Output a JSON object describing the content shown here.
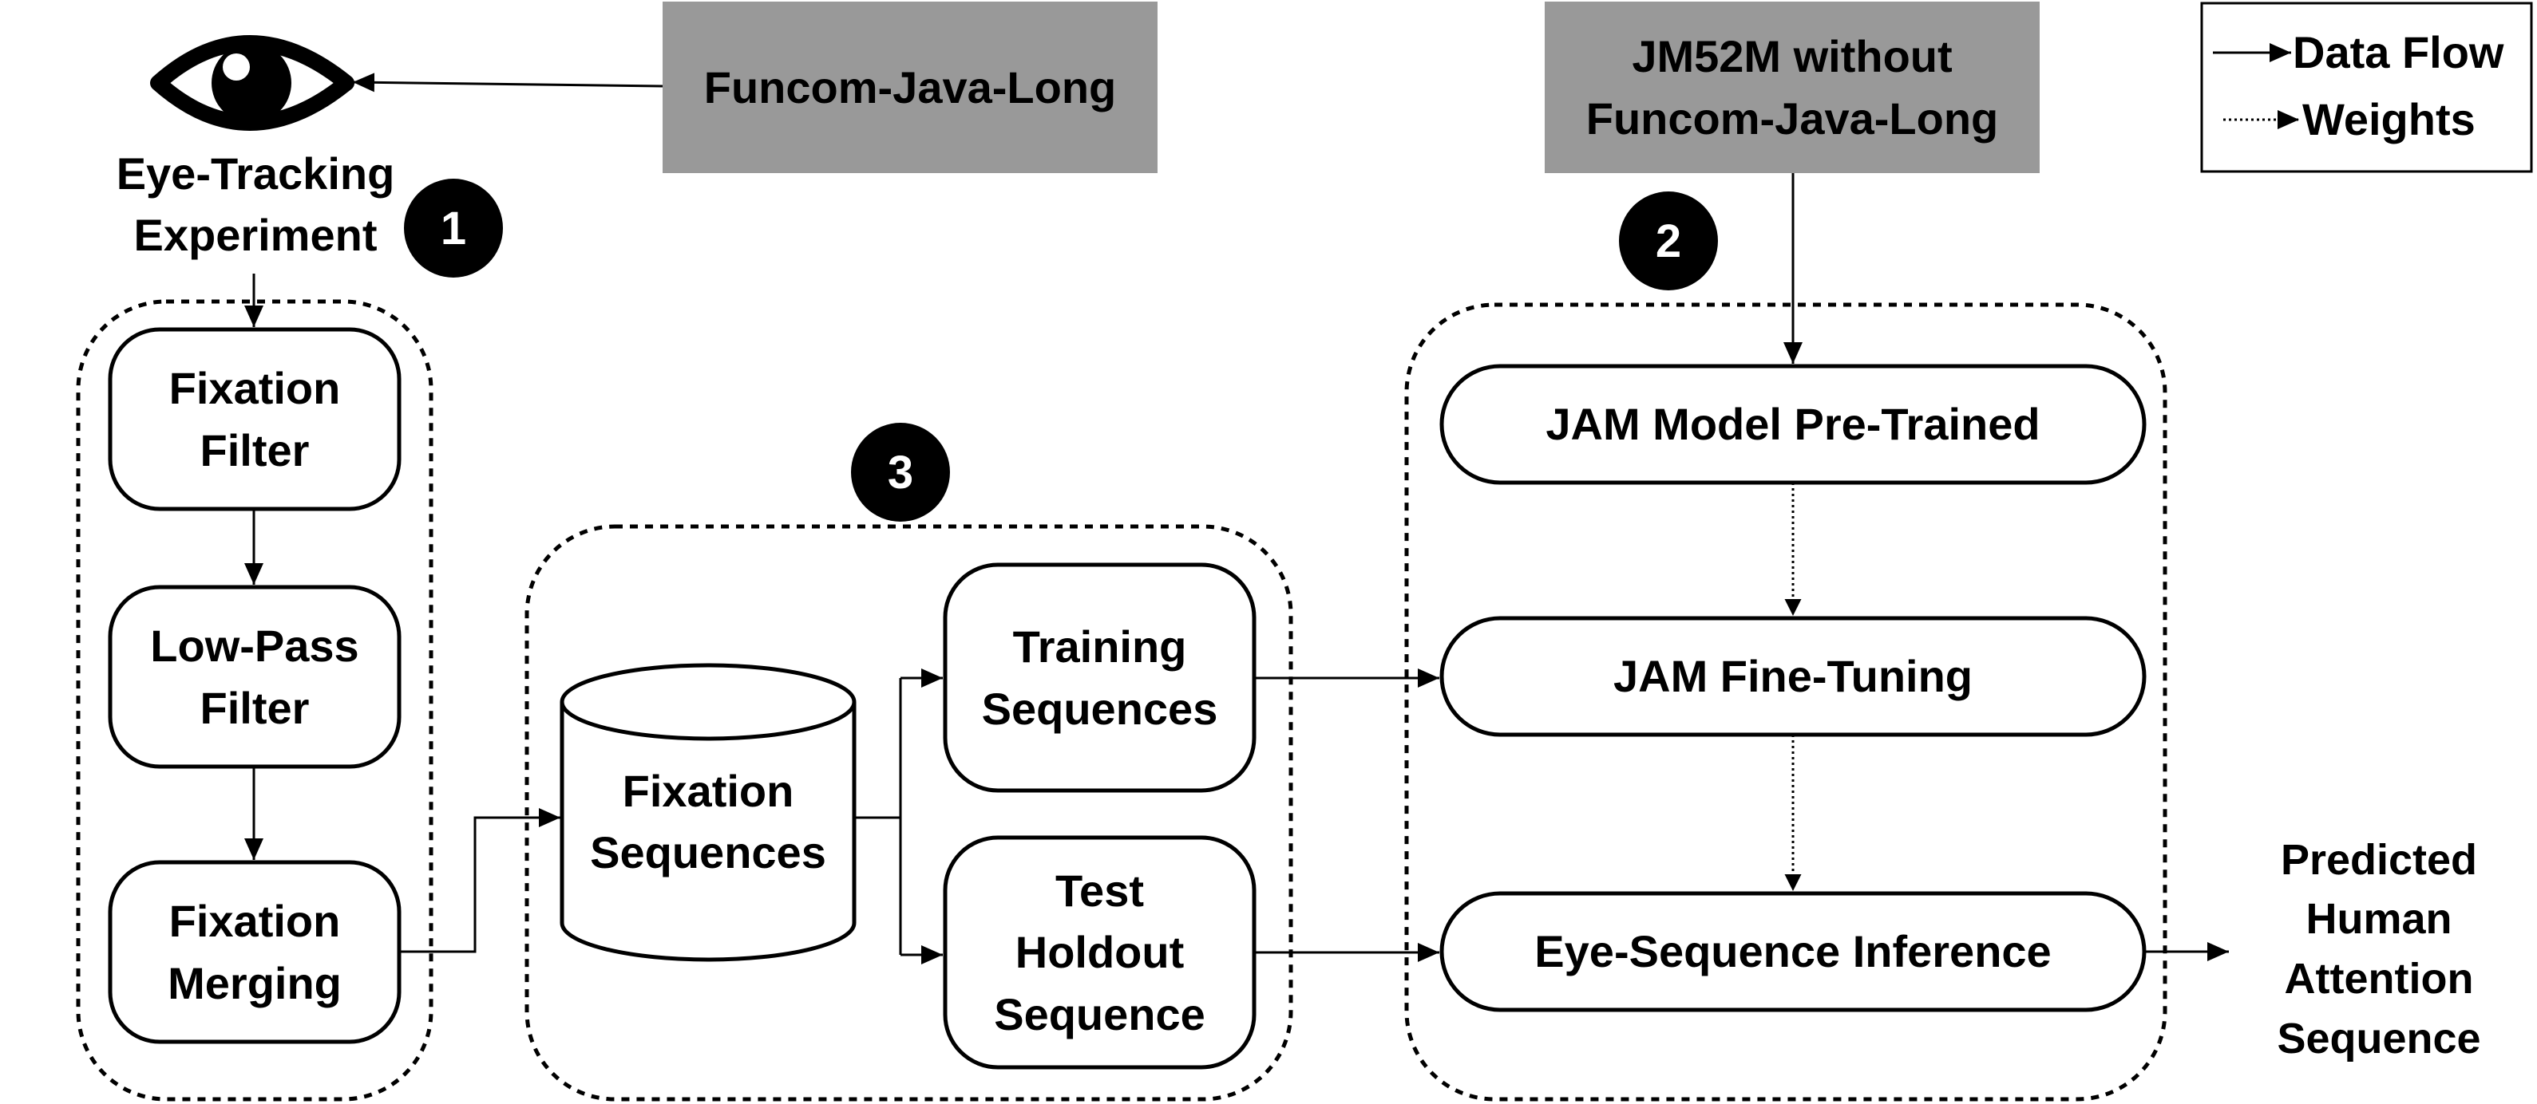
{
  "sources": {
    "funcom": "Funcom-Java-Long",
    "jm52m": "JM52M without\nFuncom-Java-Long"
  },
  "icons": {
    "eye": "eye-icon",
    "database": "cylinder-database-icon"
  },
  "eye_tracking": {
    "label": "Eye-Tracking\nExperiment"
  },
  "steps": {
    "fixation_filter": "Fixation\nFilter",
    "low_pass_filter": "Low-Pass\nFilter",
    "fixation_merging": "Fixation\nMerging",
    "fixation_sequences": "Fixation\nSequences",
    "training_sequences": "Training\nSequences",
    "test_holdout": "Test\nHoldout\nSequence",
    "jam_pretrained": "JAM Model Pre-Trained",
    "jam_finetuning": "JAM Fine-Tuning",
    "eye_inference": "Eye-Sequence Inference",
    "output": "Predicted\nHuman\nAttention\nSequence"
  },
  "badges": {
    "one": "1",
    "two": "2",
    "three": "3"
  },
  "legend": {
    "data_flow": "Data Flow",
    "weights": "Weights"
  },
  "colors": {
    "source_fill": "#999999",
    "stroke": "#000000",
    "background": "#ffffff"
  }
}
